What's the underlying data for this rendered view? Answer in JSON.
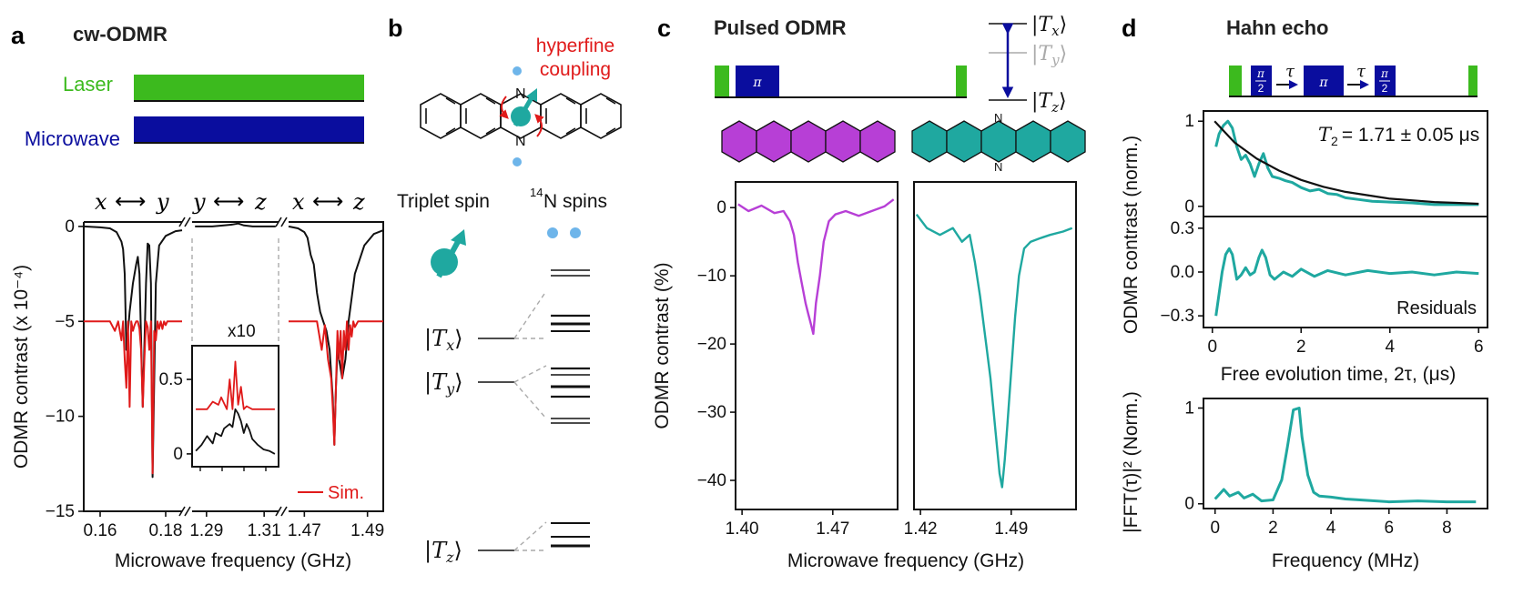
{
  "colors": {
    "laser": "#3cba1e",
    "microwave": "#0a0d9e",
    "sim": "#e01a1a",
    "data": "#111111",
    "pentacene": "#b73fd6",
    "diazapentacene": "#1fa8a0",
    "level_arrow": "#0a0d9e",
    "grey": "#aaaaaa"
  },
  "panel_a": {
    "letter": "a",
    "title": "cw-ODMR",
    "laser_label": "Laser",
    "microwave_label": "Microwave",
    "segment_labels": {
      "s1_left": "x",
      "s1_right": "y",
      "s2_left": "y",
      "s2_right": "z",
      "s3_left": "x",
      "s3_right": "z"
    },
    "inset_mult": "x10",
    "sim_legend": "Sim.",
    "ylabel": "ODMR contrast (x 10⁻⁴)",
    "xlabel": "Microwave frequency (GHz)",
    "yticks": [
      "0",
      "−5",
      "−10",
      "−15"
    ],
    "xticks1": [
      "0.16",
      "0.18"
    ],
    "xticks2": [
      "1.29",
      "1.31"
    ],
    "xticks3": [
      "1.47",
      "1.49"
    ],
    "inset_yticks": [
      "0.5",
      "0"
    ]
  },
  "panel_b": {
    "letter": "b",
    "hyperfine1": "hyperfine",
    "hyperfine2": "coupling",
    "n_label_top": "N",
    "n_label_bottom": "N",
    "triplet_label": "Triplet spin",
    "n14_sup": "14",
    "n14_label": "N spins",
    "levels": {
      "tx": "|T",
      "tx_sub": "x",
      "tx_close": "⟩",
      "ty": "|T",
      "ty_sub": "y",
      "ty_close": "⟩",
      "tz": "|T",
      "tz_sub": "z",
      "tz_close": "⟩"
    }
  },
  "panel_c": {
    "letter": "c",
    "title": "Pulsed ODMR",
    "pi_label": "π",
    "levels": {
      "tx": "|T",
      "tx_sub": "x",
      "tx_close": "⟩",
      "ty": "|T",
      "ty_sub": "y",
      "ty_close": "⟩",
      "tz": "|T",
      "tz_sub": "z",
      "tz_close": "⟩"
    },
    "n_top": "N",
    "n_bottom": "N",
    "ylabel": "ODMR contrast (%)",
    "xlabel": "Microwave frequency (GHz)",
    "yticks": [
      "0",
      "−10",
      "−20",
      "−30",
      "−40"
    ],
    "xticks_left": [
      "1.40",
      "1.47"
    ],
    "xticks_right": [
      "1.42",
      "1.49"
    ]
  },
  "panel_d": {
    "letter": "d",
    "title": "Hahn echo",
    "half_pi_num": "π",
    "half_pi_den": "2",
    "tau": "τ",
    "pi_label": "π",
    "t2_text": "= 1.71 ± 0.05 μs",
    "t2_sym": "T",
    "t2_sub": "2",
    "residuals_label": "Residuals",
    "ylabel_top": "ODMR contrast (norm.)",
    "xlabel_top": "Free evolution time, 2τ, (μs)",
    "ylabel_bottom": "|FFT(τ)|² (Norm.)",
    "xlabel_bottom": "Frequency (MHz)",
    "yticks_top": [
      "1",
      "0"
    ],
    "yticks_mid": [
      "0.3",
      "0.0",
      "−0.3"
    ],
    "xticks_top": [
      "0",
      "2",
      "4",
      "6"
    ],
    "yticks_bottom": [
      "1",
      "0"
    ],
    "xticks_bottom": [
      "0",
      "2",
      "4",
      "6",
      "8"
    ]
  },
  "chart_data": [
    {
      "id": "a_cw_odmr",
      "type": "line",
      "ylim": [
        -15,
        1
      ],
      "yticks": [
        0,
        -5,
        -10,
        -15
      ],
      "segments": [
        {
          "xlim": [
            0.155,
            0.185
          ],
          "xticks": [
            0.16,
            0.18
          ]
        },
        {
          "xlim": [
            1.285,
            1.315
          ],
          "xticks": [
            1.29,
            1.31
          ]
        },
        {
          "xlim": [
            1.465,
            1.495
          ],
          "xticks": [
            1.47,
            1.49
          ]
        }
      ],
      "series": [
        {
          "name": "",
          "segment": 0,
          "x": [
            0.155,
            0.16,
            0.163,
            0.165,
            0.1665,
            0.167,
            0.1675,
            0.168,
            0.169,
            0.17,
            0.171,
            0.1715,
            0.172,
            0.1725,
            0.173,
            0.174,
            0.1745,
            0.175,
            0.1755,
            0.176,
            0.177,
            0.178,
            0.18,
            0.183,
            0.185
          ],
          "y": [
            0,
            -0.05,
            -0.1,
            -0.3,
            -0.8,
            -1.2,
            -2.5,
            -6.5,
            -4.5,
            -3.0,
            -2.0,
            -1.6,
            -2.5,
            -6.0,
            -9.5,
            -3.0,
            -0.9,
            -1.0,
            -3.0,
            -13.2,
            -3.0,
            -1.0,
            -0.5,
            -0.25,
            -0.2
          ]
        },
        {
          "name": "Sim.",
          "segment": 0,
          "x": [
            0.155,
            0.163,
            0.1645,
            0.1655,
            0.1665,
            0.167,
            0.1675,
            0.168,
            0.1685,
            0.169,
            0.1695,
            0.17,
            0.1705,
            0.171,
            0.1715,
            0.172,
            0.1725,
            0.173,
            0.1735,
            0.174,
            0.1745,
            0.175,
            0.1755,
            0.176,
            0.1765,
            0.177,
            0.1775,
            0.178,
            0.1785,
            0.179,
            0.1795,
            0.18,
            0.1805,
            0.181,
            0.185
          ],
          "y": [
            -5,
            -5,
            -5.5,
            -5,
            -6,
            -5,
            -7,
            -8.5,
            -5,
            -9.5,
            -5,
            -5.5,
            -5.2,
            -5,
            -5,
            -5.4,
            -6.5,
            -9.5,
            -7,
            -5,
            -5.3,
            -6.5,
            -5,
            -13,
            -5.5,
            -6,
            -5,
            -5.4,
            -5,
            -5.4,
            -5,
            -5.2,
            -5,
            -5,
            -5
          ]
        },
        {
          "name": "",
          "segment": 1,
          "x": [
            1.286,
            1.292,
            1.296,
            1.299,
            1.301,
            1.303,
            1.306,
            1.31,
            1.314
          ],
          "y": [
            0,
            0,
            0.05,
            0.1,
            0.15,
            0.05,
            0,
            0,
            0
          ]
        },
        {
          "name": "",
          "segment": 2,
          "x": [
            1.465,
            1.468,
            1.47,
            1.471,
            1.472,
            1.473,
            1.474,
            1.475,
            1.476,
            1.477,
            1.478,
            1.479,
            1.4795,
            1.48,
            1.4805,
            1.481,
            1.482,
            1.483,
            1.484,
            1.486,
            1.489,
            1.492,
            1.495
          ],
          "y": [
            0,
            -0.1,
            -0.3,
            -0.6,
            -1.5,
            -2.0,
            -3.5,
            -4.5,
            -5.0,
            -5.5,
            -6.5,
            -9.0,
            -11.5,
            -8.5,
            -6.5,
            -7.0,
            -8.0,
            -7.0,
            -5.0,
            -2.5,
            -1.0,
            -0.4,
            -0.2
          ]
        },
        {
          "name": "Sim.",
          "segment": 2,
          "x": [
            1.465,
            1.474,
            1.4755,
            1.4765,
            1.4775,
            1.4785,
            1.479,
            1.4795,
            1.48,
            1.4805,
            1.481,
            1.4815,
            1.482,
            1.4825,
            1.483,
            1.4835,
            1.484,
            1.4845,
            1.485,
            1.4855,
            1.486,
            1.487,
            1.495
          ],
          "y": [
            -5,
            -5,
            -6.5,
            -5.2,
            -7,
            -8,
            -9.5,
            -11.5,
            -8.5,
            -5.5,
            -7,
            -5.5,
            -8,
            -5.5,
            -6.5,
            -5,
            -6.5,
            -5.2,
            -5.8,
            -5,
            -5.3,
            -5,
            -5
          ]
        }
      ]
    },
    {
      "id": "a_inset",
      "type": "line",
      "xlim": [
        1.285,
        1.315
      ],
      "ylim": [
        -0.08,
        0.72
      ],
      "yticks": [
        0.5,
        0
      ],
      "series": [
        {
          "name": "Sim.",
          "x": [
            1.286,
            1.29,
            1.292,
            1.294,
            1.295,
            1.297,
            1.298,
            1.299,
            1.3,
            1.301,
            1.302,
            1.303,
            1.304,
            1.306,
            1.31,
            1.314
          ],
          "y": [
            0.3,
            0.3,
            0.35,
            0.33,
            0.38,
            0.3,
            0.5,
            0.3,
            0.62,
            0.33,
            0.45,
            0.3,
            0.32,
            0.3,
            0.3,
            0.3
          ]
        },
        {
          "name": "",
          "x": [
            1.286,
            1.288,
            1.29,
            1.292,
            1.293,
            1.295,
            1.296,
            1.298,
            1.299,
            1.3,
            1.301,
            1.302,
            1.303,
            1.304,
            1.305,
            1.306,
            1.308,
            1.31,
            1.312,
            1.314
          ],
          "y": [
            0.02,
            0.06,
            0.12,
            0.07,
            0.14,
            0.12,
            0.17,
            0.2,
            0.18,
            0.3,
            0.27,
            0.22,
            0.14,
            0.2,
            0.16,
            0.1,
            0.06,
            0.03,
            0.02,
            0.0
          ]
        }
      ]
    },
    {
      "id": "c_pentacene",
      "type": "line",
      "xlim": [
        1.395,
        1.52
      ],
      "ylim": [
        -44,
        3.5
      ],
      "xticks": [
        1.4,
        1.47
      ],
      "yticks": [
        0,
        -10,
        -20,
        -30,
        -40
      ],
      "series": [
        {
          "name": "",
          "x": [
            1.397,
            1.405,
            1.415,
            1.425,
            1.432,
            1.437,
            1.44,
            1.443,
            1.446,
            1.449,
            1.451,
            1.453,
            1.455,
            1.457,
            1.46,
            1.463,
            1.467,
            1.472,
            1.48,
            1.49,
            1.5,
            1.51,
            1.517
          ],
          "y": [
            0.5,
            -0.5,
            0.3,
            -0.8,
            -0.5,
            -2,
            -4,
            -8,
            -11,
            -14,
            -15.5,
            -17,
            -18.5,
            -14,
            -10,
            -5,
            -2,
            -1,
            -0.5,
            -1.2,
            -0.5,
            0.2,
            1.2
          ]
        }
      ]
    },
    {
      "id": "c_diazapentacene",
      "type": "line",
      "xlim": [
        1.415,
        1.54
      ],
      "ylim": [
        -44,
        3.5
      ],
      "xticks": [
        1.42,
        1.49
      ],
      "yticks": [
        0,
        -10,
        -20,
        -30,
        -40
      ],
      "series": [
        {
          "name": "",
          "x": [
            1.417,
            1.425,
            1.435,
            1.445,
            1.452,
            1.458,
            1.462,
            1.466,
            1.47,
            1.474,
            1.478,
            1.481,
            1.483,
            1.485,
            1.487,
            1.49,
            1.493,
            1.496,
            1.5,
            1.505,
            1.512,
            1.52,
            1.53,
            1.537
          ],
          "y": [
            -1,
            -3,
            -4,
            -3,
            -5,
            -4,
            -8,
            -13,
            -19,
            -25,
            -33,
            -39,
            -41,
            -37,
            -32,
            -24,
            -16,
            -10,
            -6,
            -5,
            -4.5,
            -4,
            -3.5,
            -3
          ]
        }
      ]
    },
    {
      "id": "d_hahn_echo",
      "type": "line",
      "xlim": [
        -0.2,
        6.2
      ],
      "ylim": [
        -0.12,
        1.12
      ],
      "xticks": [
        0,
        2,
        4,
        6
      ],
      "yticks": [
        1,
        0
      ],
      "series": [
        {
          "name": "",
          "x": [
            0.08,
            0.15,
            0.25,
            0.35,
            0.45,
            0.55,
            0.65,
            0.75,
            0.85,
            0.95,
            1.05,
            1.15,
            1.25,
            1.35,
            1.5,
            1.65,
            1.8,
            2.0,
            2.2,
            2.4,
            2.6,
            2.8,
            3.0,
            3.3,
            3.6,
            4.0,
            4.5,
            5.0,
            5.5,
            6.0
          ],
          "y": [
            0.7,
            0.85,
            0.95,
            1.0,
            0.92,
            0.7,
            0.55,
            0.6,
            0.5,
            0.35,
            0.5,
            0.62,
            0.45,
            0.35,
            0.33,
            0.3,
            0.28,
            0.22,
            0.18,
            0.2,
            0.15,
            0.14,
            0.1,
            0.08,
            0.06,
            0.05,
            0.04,
            0.02,
            0.02,
            0.02
          ]
        },
        {
          "name": "",
          "x": [
            0.05,
            0.5,
            1.0,
            1.5,
            2.0,
            2.5,
            3.0,
            3.5,
            4.0,
            4.5,
            5.0,
            5.5,
            6.0
          ],
          "y": [
            1.0,
            0.75,
            0.56,
            0.42,
            0.31,
            0.23,
            0.17,
            0.13,
            0.09,
            0.07,
            0.05,
            0.04,
            0.03
          ]
        }
      ]
    },
    {
      "id": "d_residuals",
      "type": "line",
      "xlim": [
        -0.2,
        6.2
      ],
      "ylim": [
        -0.38,
        0.38
      ],
      "xticks": [
        0,
        2,
        4,
        6
      ],
      "yticks": [
        0.3,
        0.0,
        -0.3
      ],
      "series": [
        {
          "name": "",
          "x": [
            0.08,
            0.15,
            0.22,
            0.3,
            0.38,
            0.45,
            0.55,
            0.65,
            0.75,
            0.85,
            0.95,
            1.05,
            1.12,
            1.2,
            1.3,
            1.4,
            1.6,
            1.8,
            2.0,
            2.3,
            2.6,
            3.0,
            3.5,
            4.0,
            4.5,
            5.0,
            5.5,
            6.0
          ],
          "y": [
            -0.3,
            -0.15,
            0.0,
            0.12,
            0.16,
            0.12,
            -0.05,
            -0.02,
            0.03,
            -0.02,
            0.0,
            0.1,
            0.15,
            0.1,
            -0.02,
            -0.05,
            0.0,
            -0.03,
            0.02,
            -0.03,
            0.01,
            -0.02,
            0.01,
            -0.01,
            0.0,
            -0.02,
            0.0,
            -0.01
          ]
        }
      ]
    },
    {
      "id": "d_fft",
      "type": "line",
      "xlim": [
        -0.4,
        9.4
      ],
      "ylim": [
        -0.05,
        1.1
      ],
      "xticks": [
        0,
        2,
        4,
        6,
        8
      ],
      "yticks": [
        1,
        0
      ],
      "series": [
        {
          "name": "",
          "x": [
            0.0,
            0.3,
            0.5,
            0.8,
            1.0,
            1.3,
            1.6,
            2.0,
            2.3,
            2.5,
            2.7,
            2.9,
            3.0,
            3.2,
            3.4,
            3.6,
            4.0,
            4.5,
            5.0,
            6.0,
            7.0,
            8.0,
            9.0
          ],
          "y": [
            0.05,
            0.15,
            0.08,
            0.12,
            0.06,
            0.1,
            0.03,
            0.04,
            0.25,
            0.6,
            0.98,
            1.0,
            0.7,
            0.3,
            0.12,
            0.08,
            0.07,
            0.05,
            0.04,
            0.02,
            0.03,
            0.02,
            0.02
          ]
        }
      ]
    }
  ]
}
